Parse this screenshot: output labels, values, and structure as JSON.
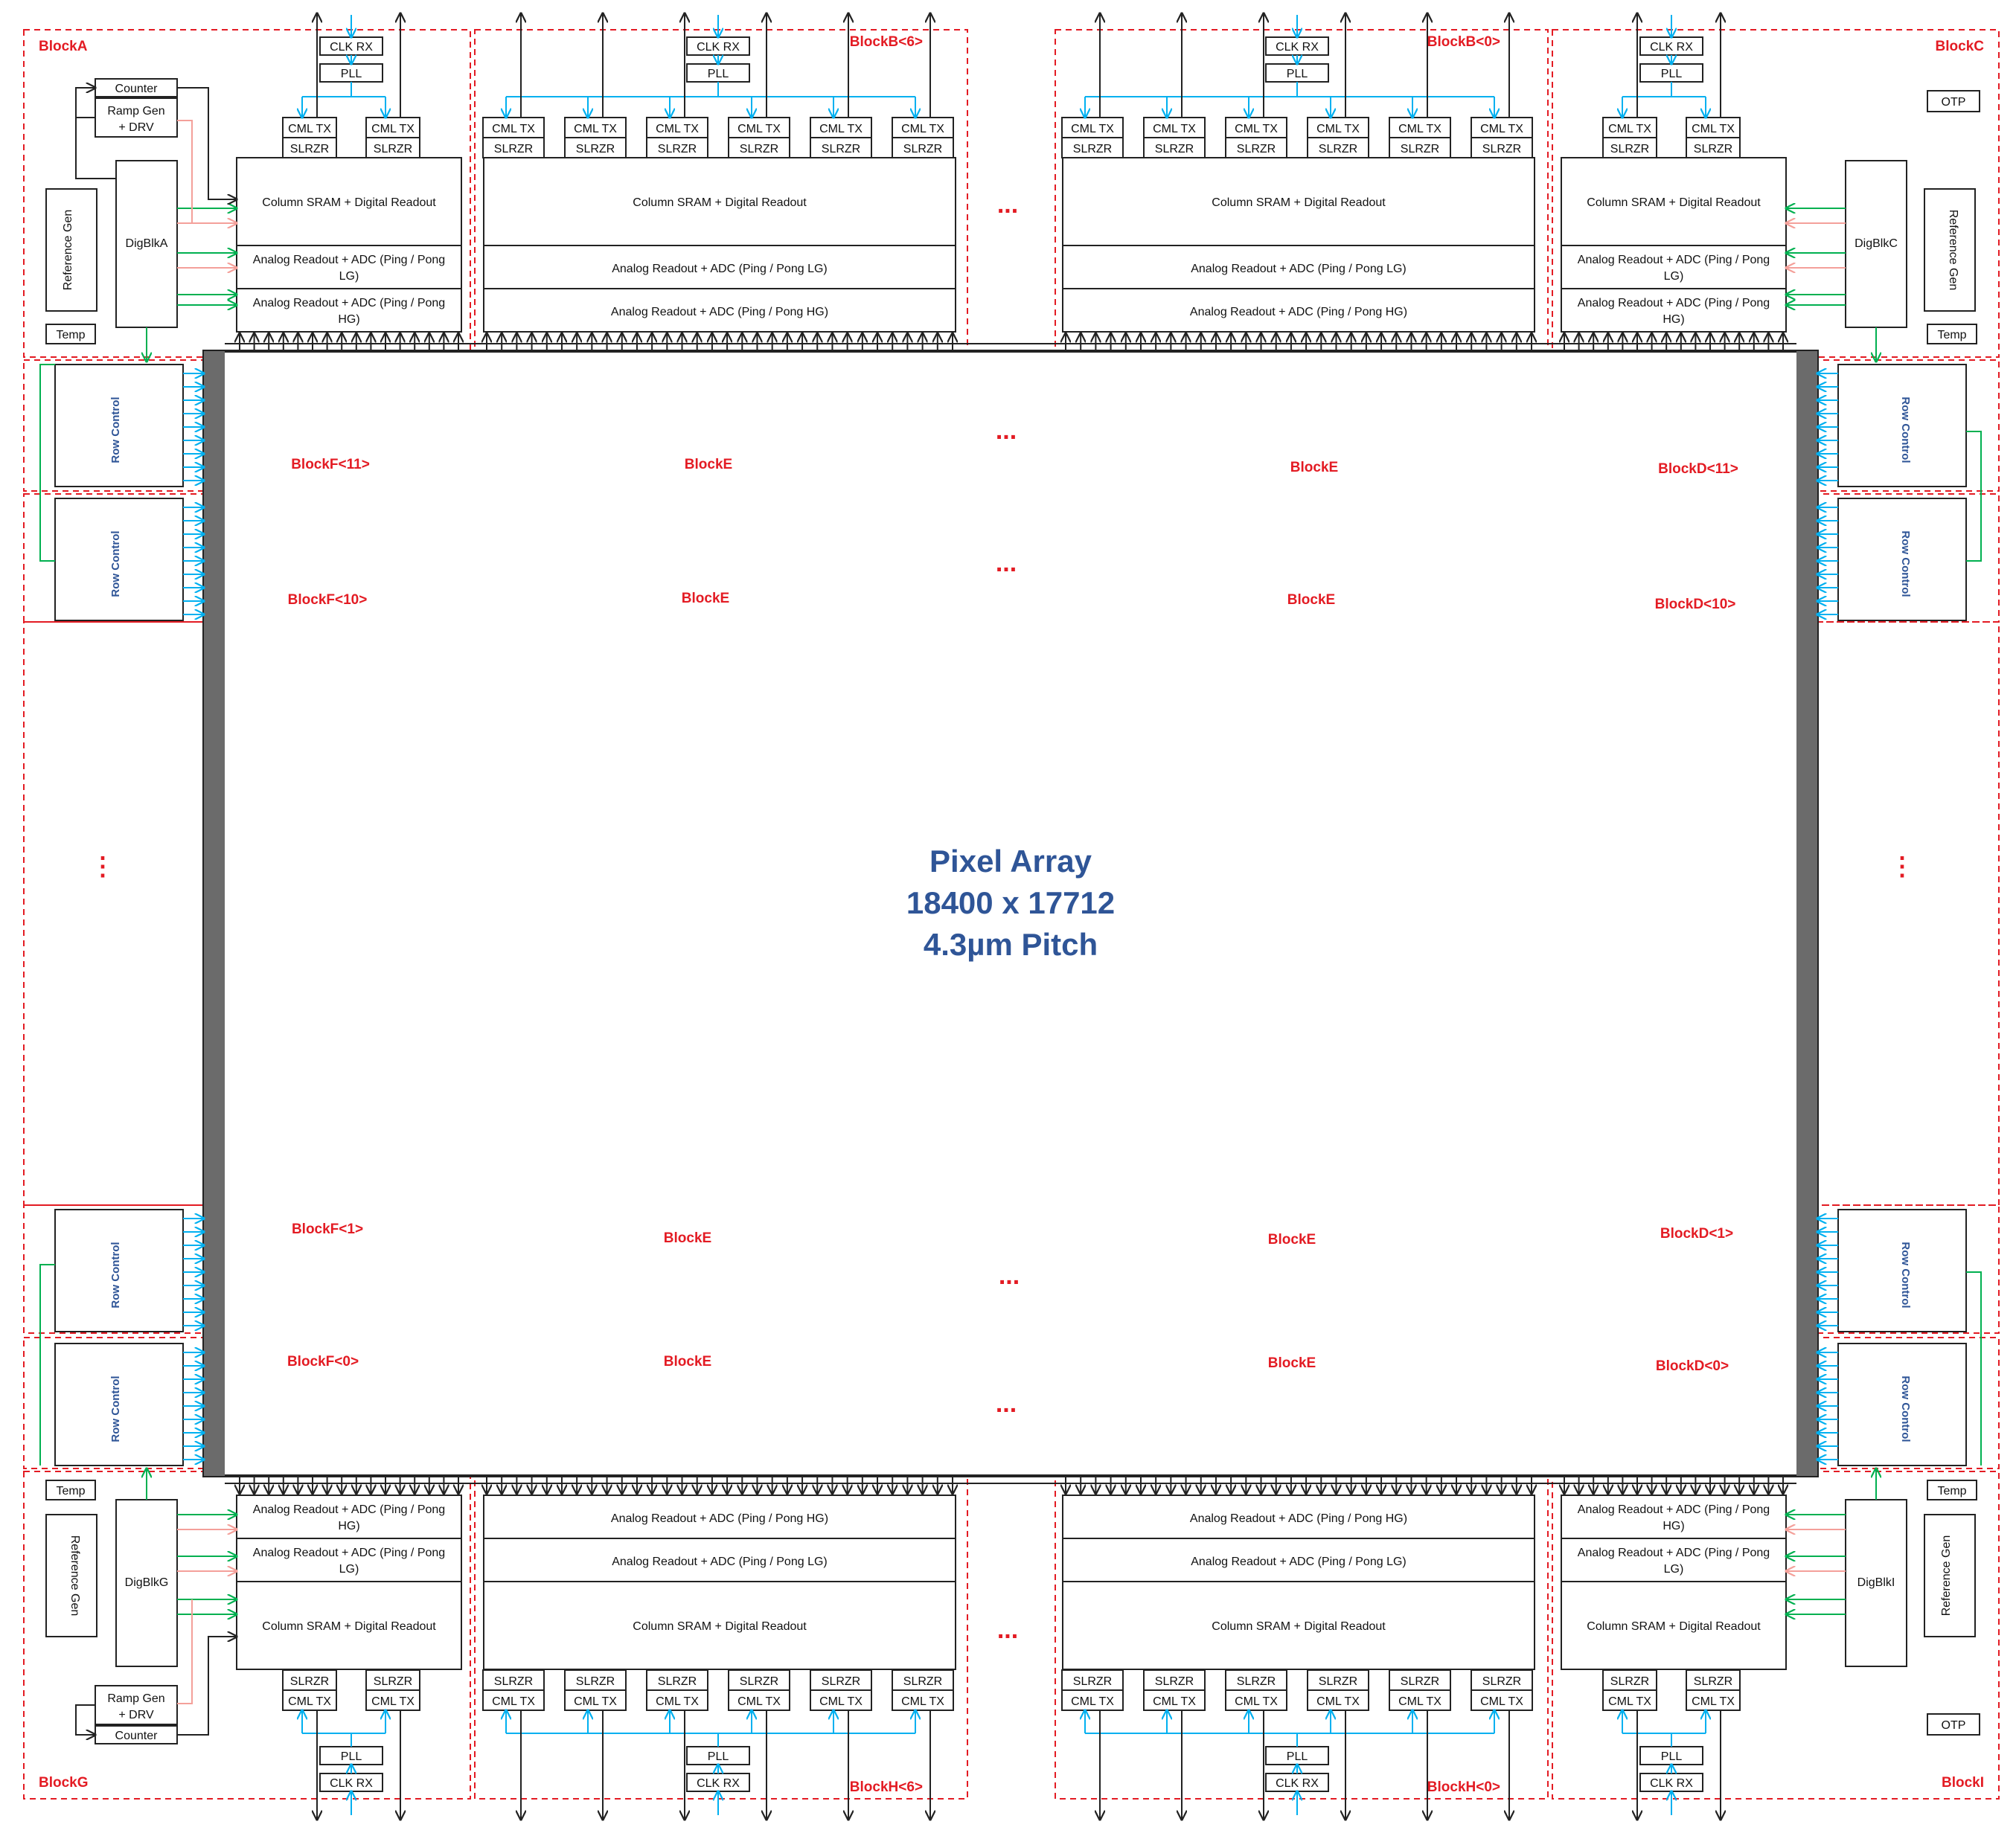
{
  "labels": {
    "block_a": "BlockA",
    "block_b6": "BlockB<6>",
    "block_b0": "BlockB<0>",
    "block_c": "BlockC",
    "block_g": "BlockG",
    "block_h6": "BlockH<6>",
    "block_h0": "BlockH<0>",
    "block_i": "BlockI",
    "block_e": "BlockE",
    "block_f11": "BlockF<11>",
    "block_f10": "BlockF<10>",
    "block_f1": "BlockF<1>",
    "block_f0": "BlockF<0>",
    "block_d11": "BlockD<11>",
    "block_d10": "BlockD<10>",
    "block_d1": "BlockD<1>",
    "block_d0": "BlockD<0>",
    "clk_rx": "CLK RX",
    "pll": "PLL",
    "cml_tx": "CML TX",
    "slrzr": "SLRZR",
    "column_sram": "Column SRAM + Digital Readout",
    "adc_lg": "Analog Readout + ADC (Ping / Pong LG)",
    "adc_hg": "Analog Readout + ADC (Ping / Pong HG)",
    "adc_lg_a": "Analog Readout + ADC (Ping / Pong",
    "adc_lg_b": "LG)",
    "adc_hg_a": "Analog Readout + ADC (Ping / Pong",
    "adc_hg_b": "HG)",
    "counter": "Counter",
    "ramp_a": "Ramp Gen",
    "ramp_b": "+ DRV",
    "reference_gen": "Reference Gen",
    "digblk_a": "DigBlkA",
    "digblk_c": "DigBlkC",
    "digblk_g": "DigBlkG",
    "digblk_i": "DigBlkI",
    "temp": "Temp",
    "otp": "OTP",
    "row_control": "Row Control",
    "ellipsis": "...",
    "vertical_ellipsis": "⋮"
  },
  "pixel_array": {
    "line1": "Pixel Array",
    "line2": "18400 x 17712",
    "line3": "4.3µm Pitch"
  },
  "colors": {
    "region_red": "#e31b23",
    "title_blue": "#2f5597",
    "clock_wire": "#00b0f0",
    "control_wire": "#00b050",
    "bias_wire": "#f4a09a",
    "array_border": "#6b6b6b"
  }
}
